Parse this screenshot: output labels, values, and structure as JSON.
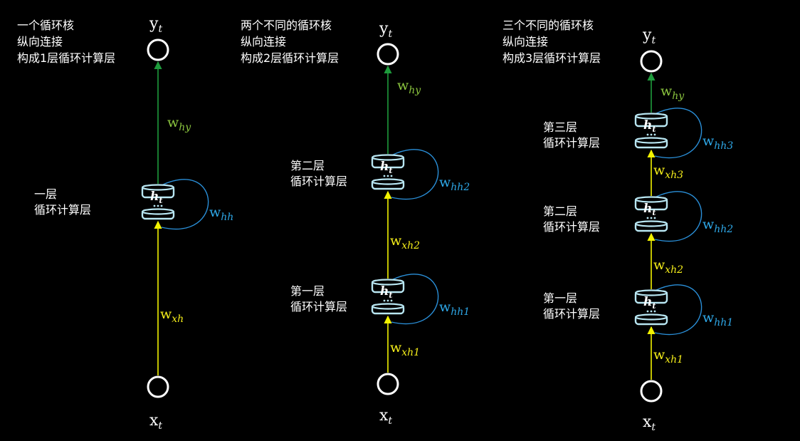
{
  "colors": {
    "background": "#000000",
    "input_arrow": "#f2f200",
    "output_arrow": "#1e9b3c",
    "recurrent_loop": "#2a8fd8",
    "wxh_label": "#f5ee1a",
    "why_label": "#8cc63f",
    "whh_label": "#2ea8e8",
    "cell_stroke": "#b8e6f2",
    "text": "#ffffff"
  },
  "panels": [
    {
      "caption": [
        "一个循环核",
        "纵向连接",
        "构成1层循环计算层"
      ],
      "output": {
        "base": "y",
        "sub": "t"
      },
      "input": {
        "base": "x",
        "sub": "t"
      },
      "why": {
        "base": "w",
        "sub": "hy"
      },
      "layers": [
        {
          "label": [
            "一层",
            "循环计算层"
          ],
          "cell": {
            "base": "h",
            "sub": "t"
          },
          "whh": {
            "base": "w",
            "sub": "hh"
          },
          "wxh": {
            "base": "w",
            "sub": "xh"
          }
        }
      ]
    },
    {
      "caption": [
        "两个不同的循环核",
        "纵向连接",
        "构成2层循环计算层"
      ],
      "output": {
        "base": "y",
        "sub": "t"
      },
      "input": {
        "base": "x",
        "sub": "t"
      },
      "why": {
        "base": "w",
        "sub": "hy"
      },
      "layers": [
        {
          "label": [
            "第一层",
            "循环计算层"
          ],
          "cell": {
            "base": "h",
            "sub": "t"
          },
          "whh": {
            "base": "w",
            "sub": "hh1"
          },
          "wxh": {
            "base": "w",
            "sub": "xh1"
          }
        },
        {
          "label": [
            "第二层",
            "循环计算层"
          ],
          "cell": {
            "base": "h",
            "sub": "t"
          },
          "whh": {
            "base": "w",
            "sub": "hh2"
          },
          "wxh": {
            "base": "w",
            "sub": "xh2"
          }
        }
      ]
    },
    {
      "caption": [
        "三个不同的循环核",
        "纵向连接",
        "构成3层循环计算层"
      ],
      "output": {
        "base": "y",
        "sub": "t"
      },
      "input": {
        "base": "x",
        "sub": "t"
      },
      "why": {
        "base": "w",
        "sub": "hy"
      },
      "layers": [
        {
          "label": [
            "第一层",
            "循环计算层"
          ],
          "cell": {
            "base": "h",
            "sub": "t"
          },
          "whh": {
            "base": "w",
            "sub": "hh1"
          },
          "wxh": {
            "base": "w",
            "sub": "xh1"
          }
        },
        {
          "label": [
            "第二层",
            "循环计算层"
          ],
          "cell": {
            "base": "h",
            "sub": "t"
          },
          "whh": {
            "base": "w",
            "sub": "hh2"
          },
          "wxh": {
            "base": "w",
            "sub": "xh2"
          }
        },
        {
          "label": [
            "第三层",
            "循环计算层"
          ],
          "cell": {
            "base": "h",
            "sub": "t"
          },
          "whh": {
            "base": "w",
            "sub": "hh3"
          },
          "wxh": {
            "base": "w",
            "sub": "xh3"
          }
        }
      ]
    }
  ]
}
